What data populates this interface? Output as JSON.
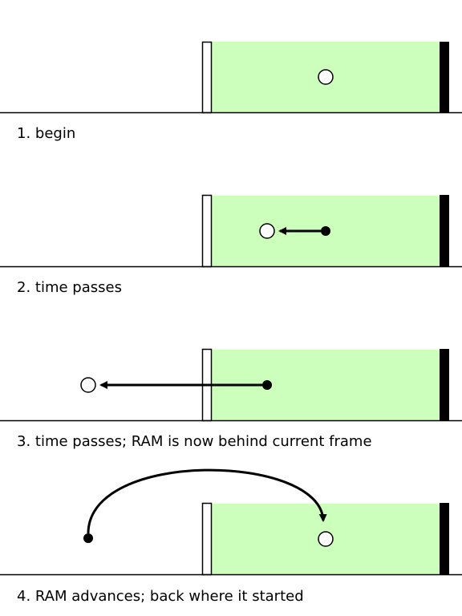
{
  "colors": {
    "background": "#ffffff",
    "buffer_fill": "#ccffbb",
    "line": "#000000"
  },
  "panels": [
    {
      "caption": "1. begin"
    },
    {
      "caption": "2. time passes"
    },
    {
      "caption": "3. time passes; RAM is now behind current frame"
    },
    {
      "caption": "4. RAM advances; back where it started"
    }
  ]
}
